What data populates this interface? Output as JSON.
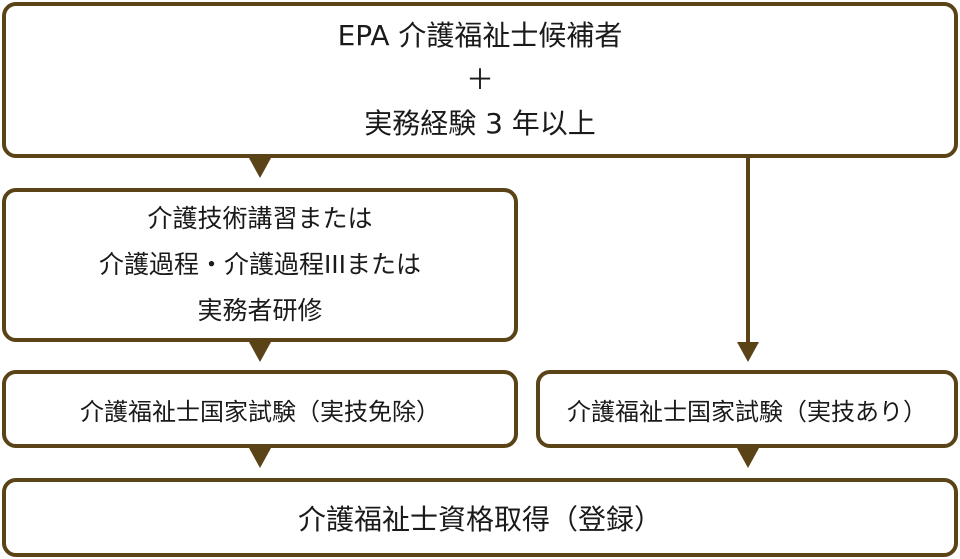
{
  "boxes": {
    "top": {
      "line1": "EPA 介護福祉士候補者",
      "line2": "＋",
      "line3": "実務経験 3 年以上"
    },
    "training": {
      "line1": "介護技術講習または",
      "line2": "介護過程・介護過程IIIまたは",
      "line3": "実務者研修"
    },
    "exam_exempt": "介護福祉士国家試験（実技免除）",
    "exam_practical": "介護福祉士国家試験（実技あり）",
    "final": "介護福祉士資格取得（登録）"
  },
  "colors": {
    "border": "#5a4316",
    "arrow": "#5a4316"
  }
}
